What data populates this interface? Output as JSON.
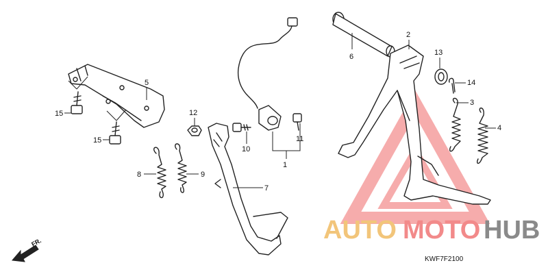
{
  "diagram_code": "KWF7F2100",
  "front_marker": "FR.",
  "callouts": {
    "c1": "1",
    "c2": "2",
    "c3": "3",
    "c4": "4",
    "c5": "5",
    "c6": "6",
    "c7": "7",
    "c8": "8",
    "c9": "9",
    "c10": "10",
    "c11": "11",
    "c12": "12",
    "c13": "13",
    "c14": "14",
    "c15a": "15",
    "c15b": "15"
  },
  "watermark": {
    "part1": "AUTO",
    "part2": "MOTO",
    "part3": "HUB",
    "color1": "#f2c57a",
    "color2": "#f28a8a",
    "color3": "#8a8a8a",
    "triangle_color": "#f06a6a"
  }
}
